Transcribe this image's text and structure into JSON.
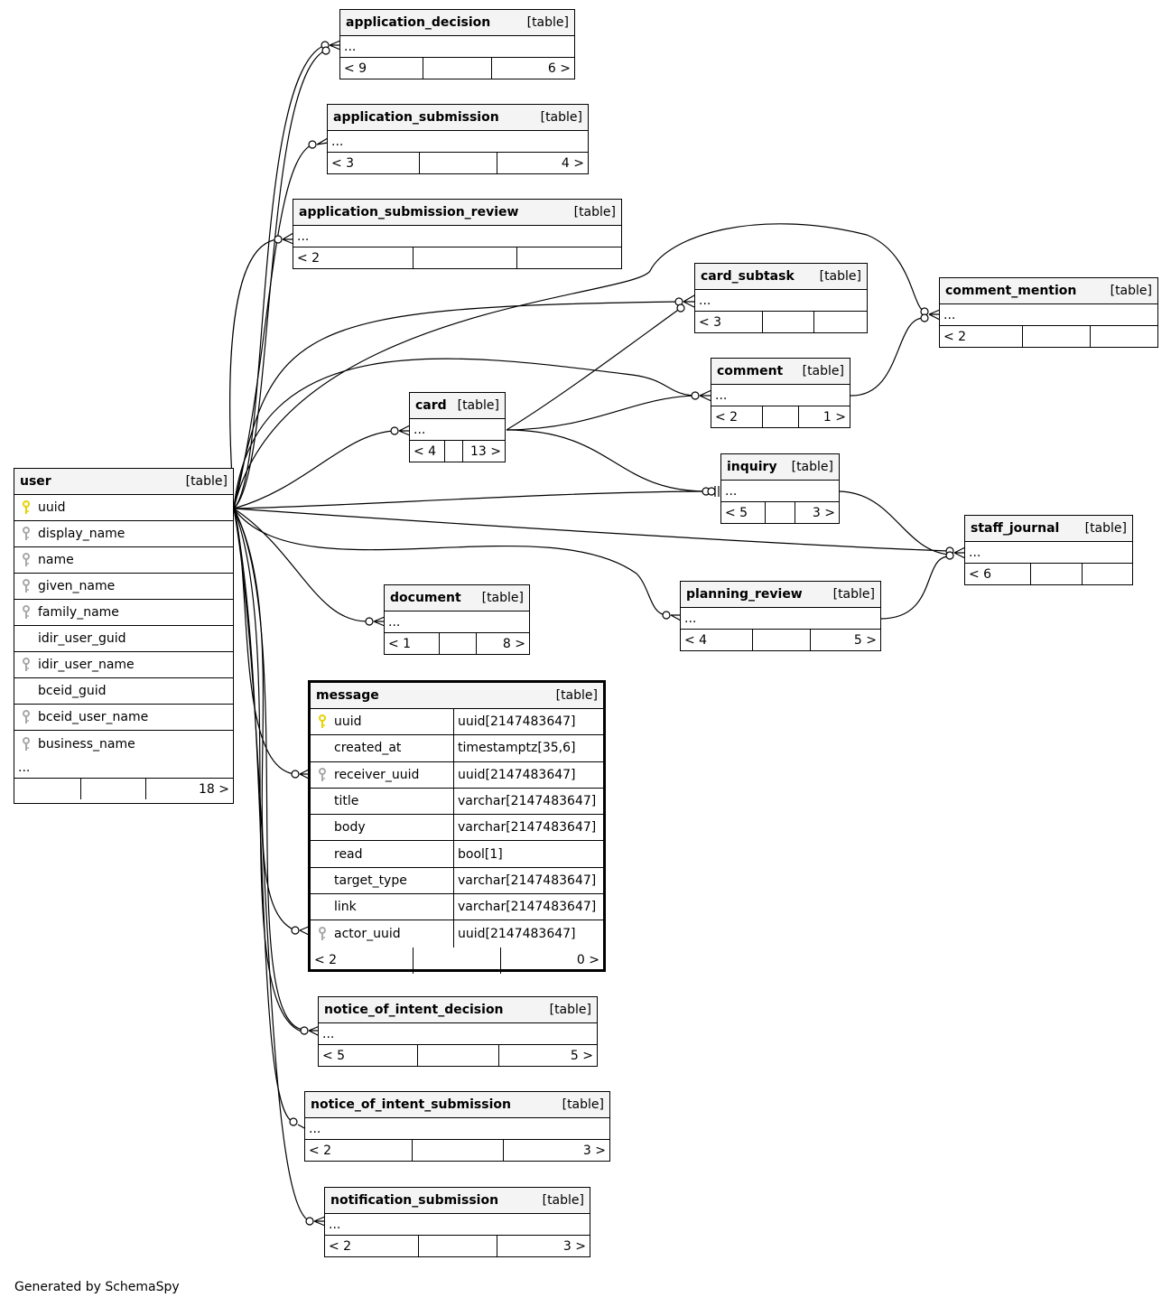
{
  "footer": "Generated by SchemaSpy",
  "colors": {
    "primary_key": "#e8d200",
    "foreign_key": "#a8a8a8",
    "header_bg": "#f4f4f4"
  },
  "tables": {
    "user": {
      "name": "user",
      "tag": "[table]",
      "columns": [
        {
          "name": "uuid",
          "key": "primary"
        },
        {
          "name": "display_name",
          "key": "foreign"
        },
        {
          "name": "name",
          "key": "foreign"
        },
        {
          "name": "given_name",
          "key": "foreign"
        },
        {
          "name": "family_name",
          "key": "foreign"
        },
        {
          "name": "idir_user_guid",
          "key": "none"
        },
        {
          "name": "idir_user_name",
          "key": "foreign"
        },
        {
          "name": "bceid_guid",
          "key": "none"
        },
        {
          "name": "bceid_user_name",
          "key": "foreign"
        },
        {
          "name": "business_name",
          "key": "foreign"
        }
      ],
      "ellipsis": "...",
      "footer": [
        "",
        "",
        "18 >"
      ]
    },
    "application_decision": {
      "name": "application_decision",
      "tag": "[table]",
      "ellipsis": "...",
      "footer": [
        "< 9",
        "",
        "6 >"
      ]
    },
    "application_submission": {
      "name": "application_submission",
      "tag": "[table]",
      "ellipsis": "...",
      "footer": [
        "< 3",
        "",
        "4 >"
      ]
    },
    "application_submission_review": {
      "name": "application_submission_review",
      "tag": "[table]",
      "ellipsis": "...",
      "footer": [
        "< 2",
        "",
        ""
      ]
    },
    "card_subtask": {
      "name": "card_subtask",
      "tag": "[table]",
      "ellipsis": "...",
      "footer": [
        "< 3",
        "",
        ""
      ]
    },
    "comment_mention": {
      "name": "comment_mention",
      "tag": "[table]",
      "ellipsis": "...",
      "footer": [
        "< 2",
        "",
        ""
      ]
    },
    "comment": {
      "name": "comment",
      "tag": "[table]",
      "ellipsis": "...",
      "footer": [
        "< 2",
        "",
        "1 >"
      ]
    },
    "card": {
      "name": "card",
      "tag": "[table]",
      "ellipsis": "...",
      "footer": [
        "< 4",
        "",
        "13 >"
      ]
    },
    "inquiry": {
      "name": "inquiry",
      "tag": "[table]",
      "ellipsis": "...",
      "footer": [
        "< 5",
        "",
        "3 >"
      ]
    },
    "staff_journal": {
      "name": "staff_journal",
      "tag": "[table]",
      "ellipsis": "...",
      "footer": [
        "< 6",
        "",
        ""
      ]
    },
    "document": {
      "name": "document",
      "tag": "[table]",
      "ellipsis": "...",
      "footer": [
        "< 1",
        "",
        "8 >"
      ]
    },
    "planning_review": {
      "name": "planning_review",
      "tag": "[table]",
      "ellipsis": "...",
      "footer": [
        "< 4",
        "",
        "5 >"
      ]
    },
    "message": {
      "name": "message",
      "tag": "[table]",
      "columns": [
        {
          "name": "uuid",
          "type": "uuid[2147483647]",
          "key": "primary"
        },
        {
          "name": "created_at",
          "type": "timestamptz[35,6]",
          "key": "none"
        },
        {
          "name": "receiver_uuid",
          "type": "uuid[2147483647]",
          "key": "foreign"
        },
        {
          "name": "title",
          "type": "varchar[2147483647]",
          "key": "none"
        },
        {
          "name": "body",
          "type": "varchar[2147483647]",
          "key": "none"
        },
        {
          "name": "read",
          "type": "bool[1]",
          "key": "none"
        },
        {
          "name": "target_type",
          "type": "varchar[2147483647]",
          "key": "none"
        },
        {
          "name": "link",
          "type": "varchar[2147483647]",
          "key": "none"
        },
        {
          "name": "actor_uuid",
          "type": "uuid[2147483647]",
          "key": "foreign"
        }
      ],
      "footer": [
        "< 2",
        "",
        "0 >"
      ]
    },
    "notice_of_intent_decision": {
      "name": "notice_of_intent_decision",
      "tag": "[table]",
      "ellipsis": "...",
      "footer": [
        "< 5",
        "",
        "5 >"
      ]
    },
    "notice_of_intent_submission": {
      "name": "notice_of_intent_submission",
      "tag": "[table]",
      "ellipsis": "...",
      "footer": [
        "< 2",
        "",
        "3 >"
      ]
    },
    "notification_submission": {
      "name": "notification_submission",
      "tag": "[table]",
      "ellipsis": "...",
      "footer": [
        "< 2",
        "",
        "3 >"
      ]
    }
  }
}
